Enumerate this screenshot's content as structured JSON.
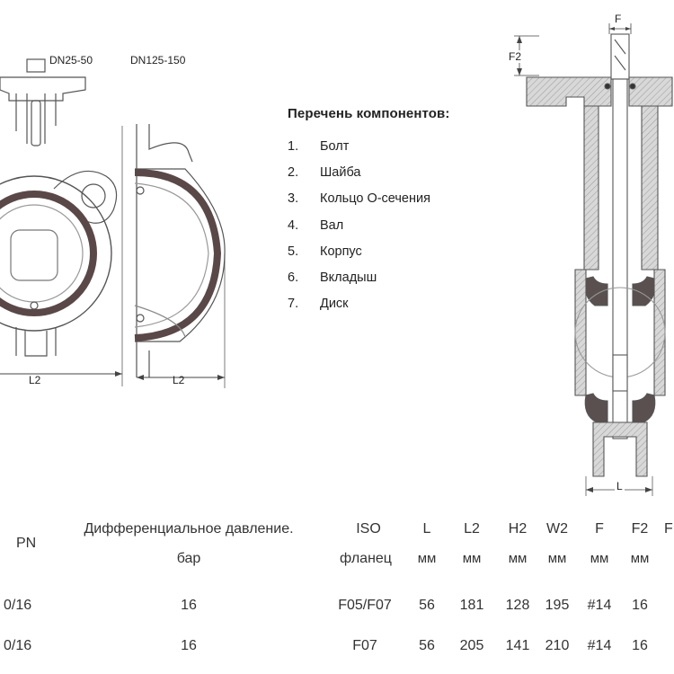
{
  "drawing": {
    "label_dn_small": "DN25-50",
    "label_dn_large": "DN125-150",
    "dim_l2_a": "L2",
    "dim_l2_b": "L2",
    "dim_f": "F",
    "dim_f2": "F2",
    "dim_l": "L"
  },
  "components": {
    "title": "Перечень компонентов:",
    "items": [
      {
        "num": "1.",
        "label": "Болт"
      },
      {
        "num": "2.",
        "label": "Шайба"
      },
      {
        "num": "3.",
        "label": "Кольцо О-сечения"
      },
      {
        "num": "4.",
        "label": "Вал"
      },
      {
        "num": "5.",
        "label": "Корпус"
      },
      {
        "num": "6.",
        "label": "Вкладыш"
      },
      {
        "num": "7.",
        "label": "Диск"
      }
    ]
  },
  "spec_table": {
    "headers": {
      "pn": "PN",
      "dp_line1": "Дифференциальное давление.",
      "dp_line2": "бар",
      "iso_line1": "ISO",
      "iso_line2": "фланец",
      "l": "L",
      "l2": "L2",
      "h2": "H2",
      "w2": "W2",
      "f": "F",
      "f2": "F2",
      "extra": "F",
      "unit": "мм"
    },
    "rows": [
      {
        "pn": "0/16",
        "dp": "16",
        "iso": "F05/F07",
        "l": "56",
        "l2": "181",
        "h2": "128",
        "w2": "195",
        "f": "#14",
        "f2": "16"
      },
      {
        "pn": "0/16",
        "dp": "16",
        "iso": "F07",
        "l": "56",
        "l2": "205",
        "h2": "141",
        "w2": "210",
        "f": "#14",
        "f2": "16"
      }
    ]
  }
}
